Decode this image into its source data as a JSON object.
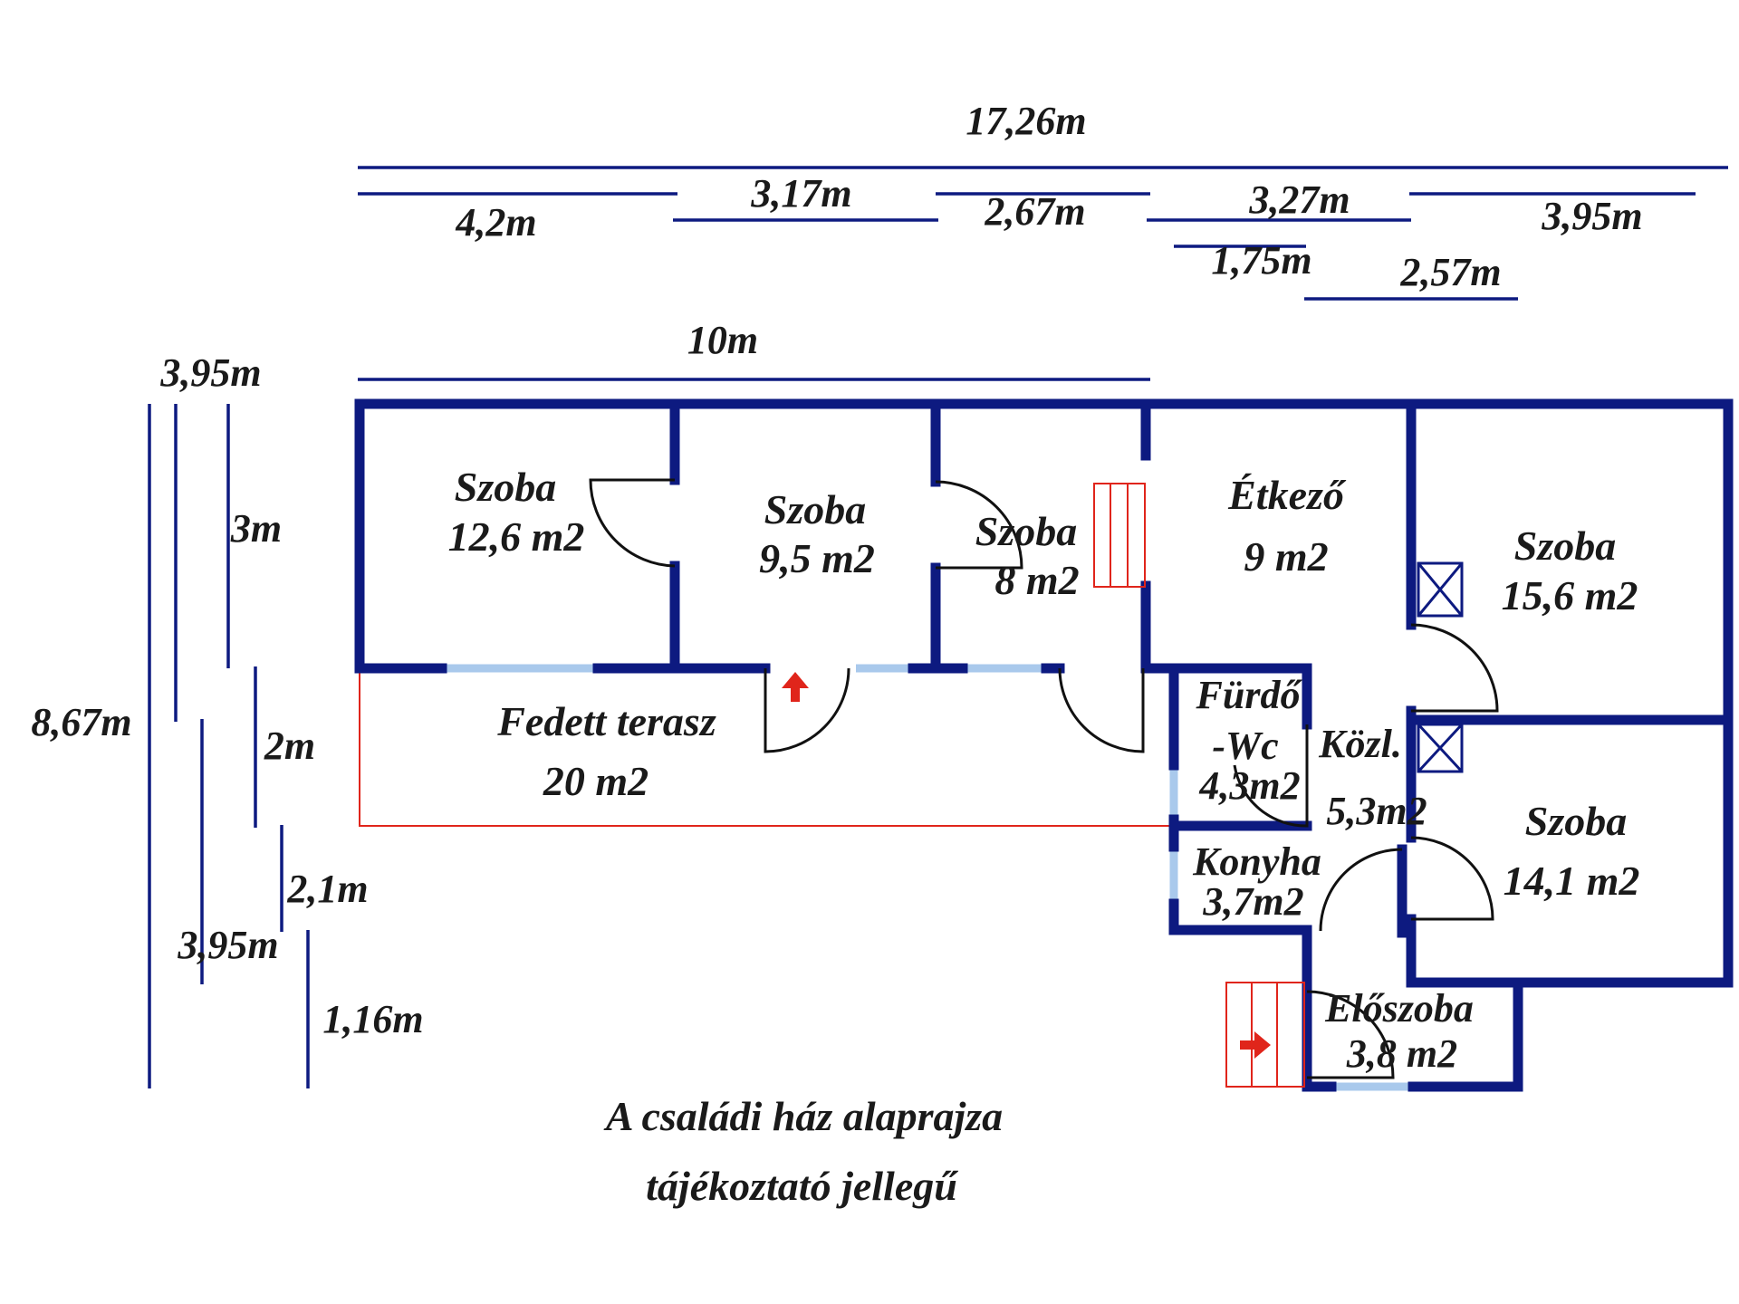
{
  "colors": {
    "wall": "#0d1a80",
    "window": "#a9c9ec",
    "stairs": "#e0251b",
    "text": "#1a1a1a"
  },
  "dimensions": {
    "total_width": "17,26m",
    "seg_4_2": "4,2m",
    "seg_3_17": "3,17m",
    "seg_2_67": "2,67m",
    "seg_3_27": "3,27m",
    "seg_3_95_top": "3,95m",
    "seg_1_75": "1,75m",
    "seg_2_57": "2,57m",
    "seg_10": "10m",
    "left_3_95_top": "3,95m",
    "left_3": "3m",
    "left_8_67": "8,67m",
    "left_2": "2m",
    "left_2_1": "2,1m",
    "left_3_95_bottom": "3,95m",
    "left_1_16": "1,16m"
  },
  "rooms": {
    "szoba1": {
      "name": "Szoba",
      "area": "12,6 m2"
    },
    "szoba2": {
      "name": "Szoba",
      "area": "9,5 m2"
    },
    "szoba3": {
      "name": "Szoba",
      "area": "8 m2"
    },
    "etkezo": {
      "name": "Étkező",
      "area": "9 m2"
    },
    "szoba4": {
      "name": "Szoba",
      "area": "15,6 m2"
    },
    "terasz": {
      "name": "Fedett terasz",
      "area": "20 m2"
    },
    "furdo": {
      "name1": "Fürdő",
      "name2": "-Wc",
      "area": "4,3m2"
    },
    "kozl": {
      "name": "Közl.",
      "area": "5,3m2"
    },
    "konyha": {
      "name": "Konyha",
      "area": "3,7m2"
    },
    "szoba5": {
      "name": "Szoba",
      "area": "14,1 m2"
    },
    "eloszoba": {
      "name": "Előszoba",
      "area": "3,8 m2"
    }
  },
  "caption": {
    "line1": "A családi ház alaprajza",
    "line2": "tájékoztató jellegű"
  }
}
